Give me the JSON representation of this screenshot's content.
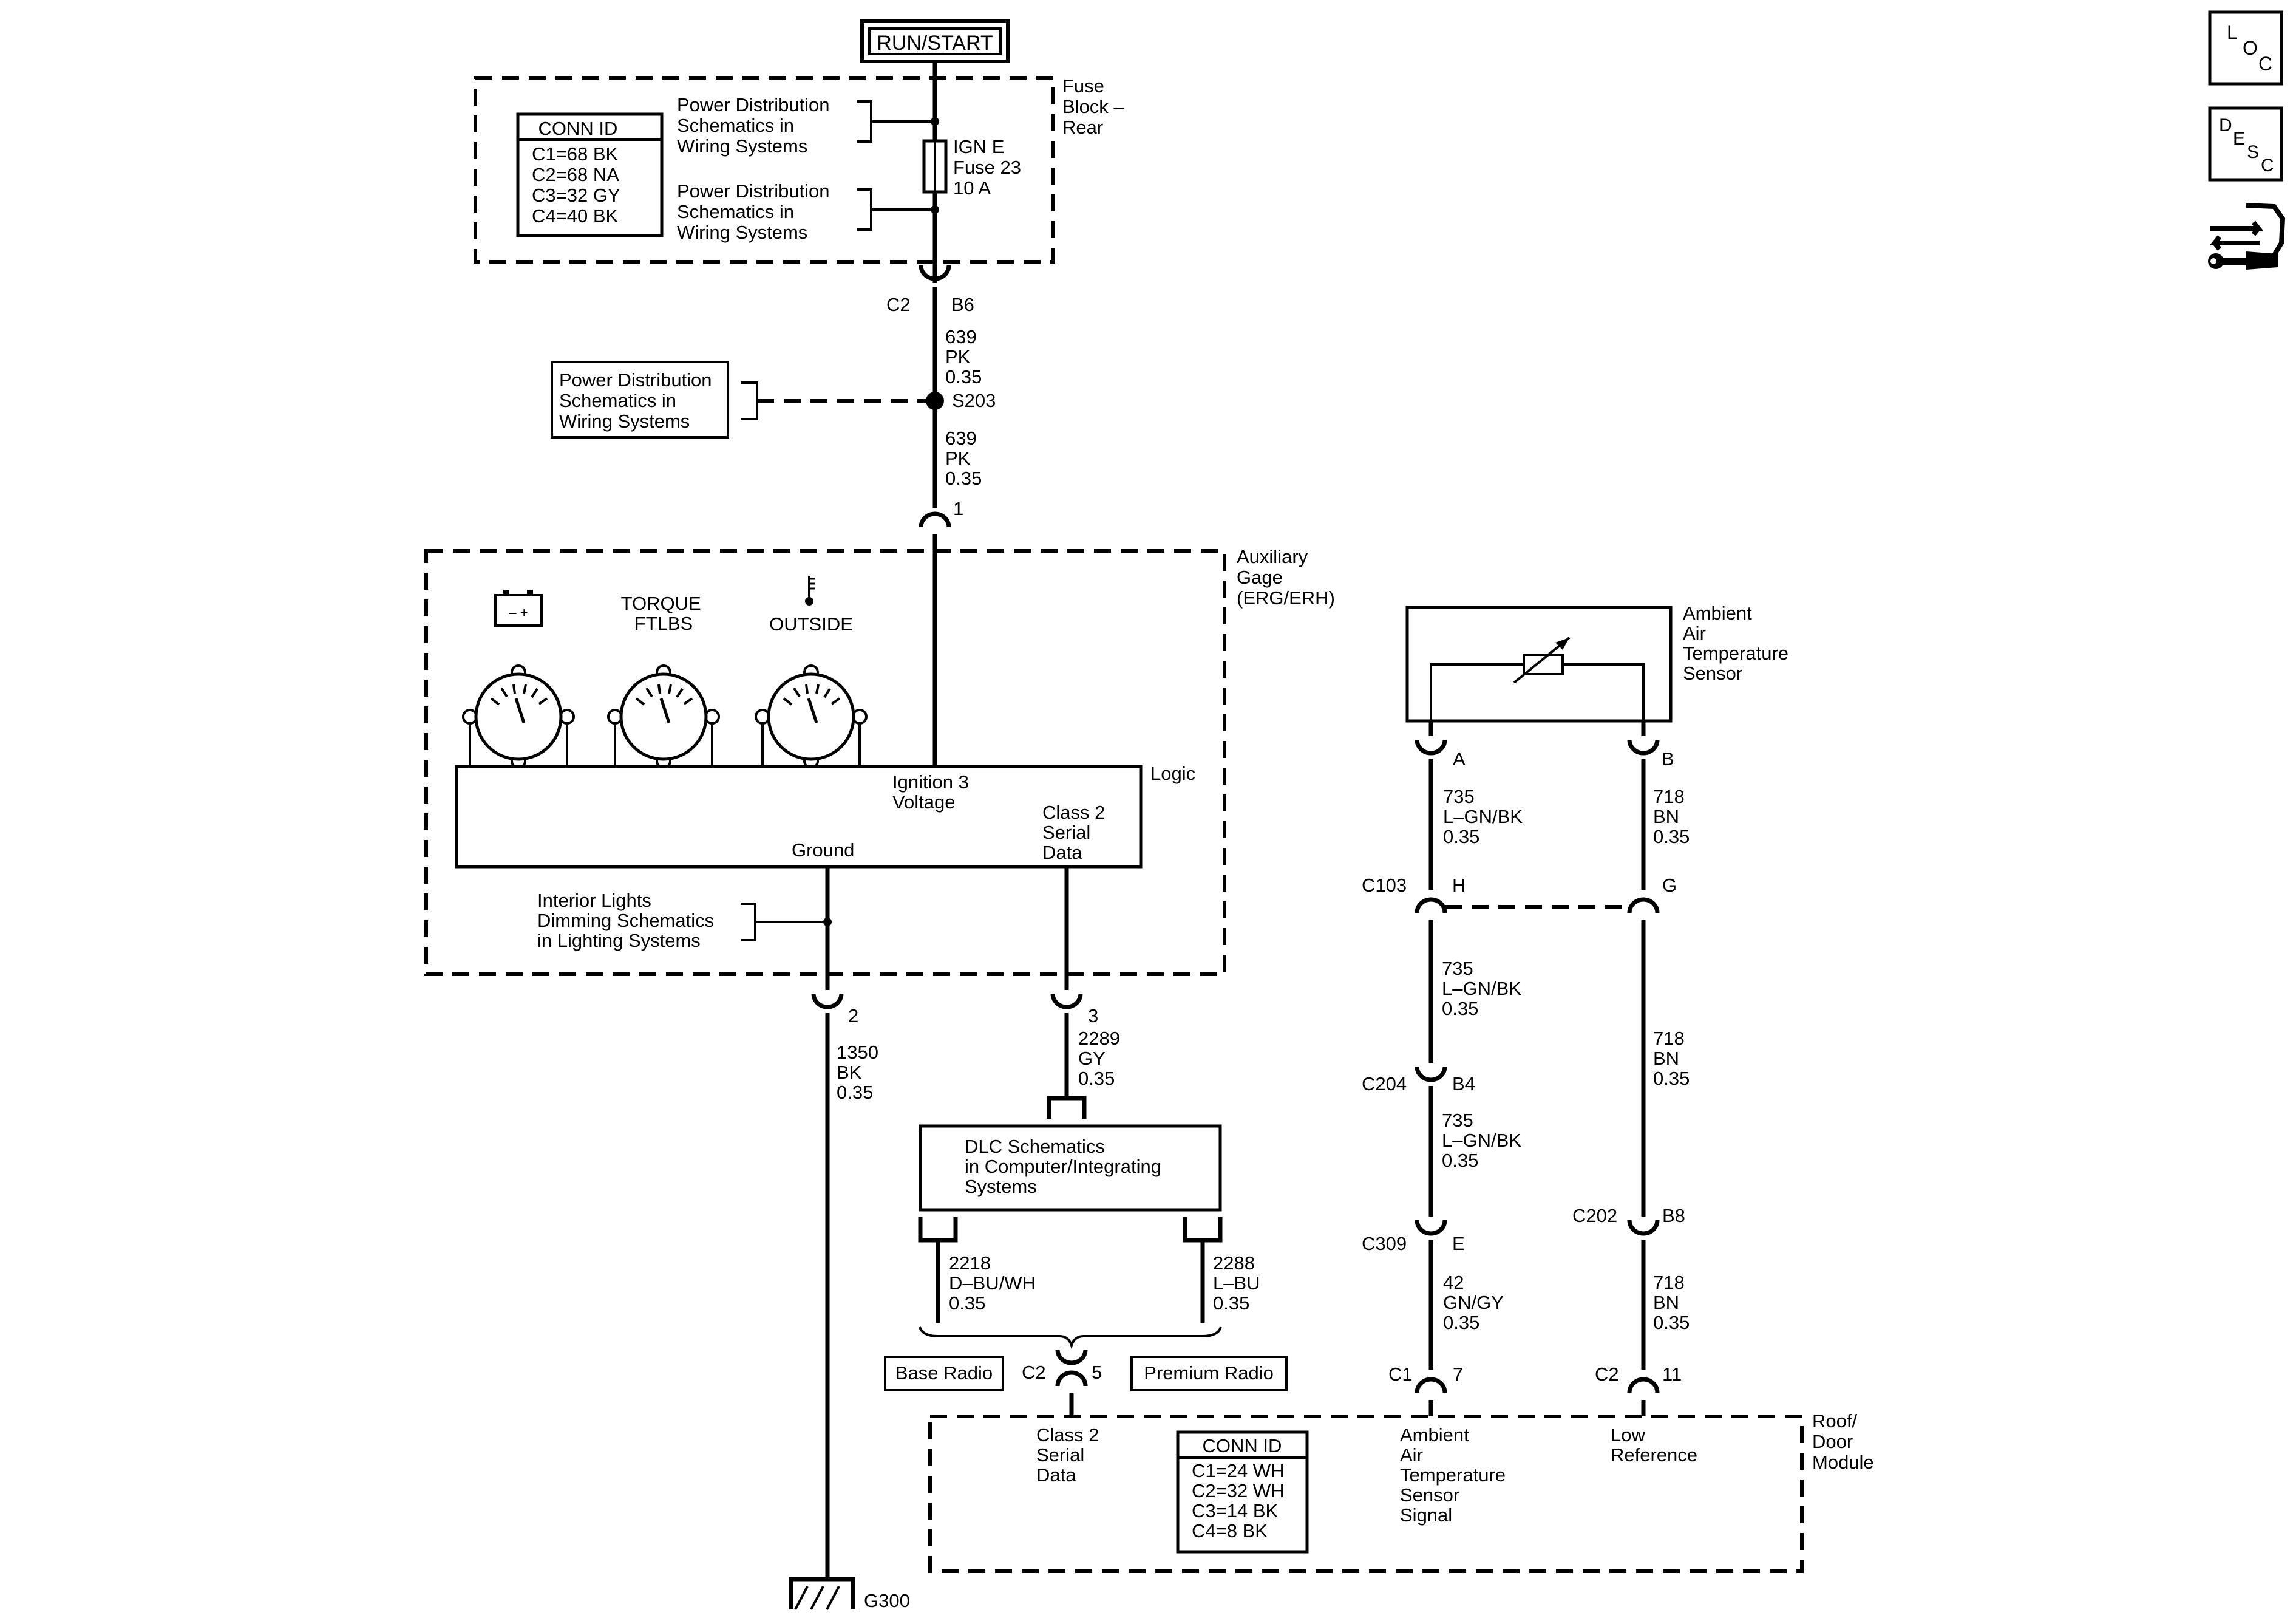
{
  "power_source": "RUN/START",
  "fuse_block": {
    "label": [
      "Fuse",
      "Block –",
      "Rear"
    ],
    "conn_id": {
      "title": "CONN ID",
      "rows": [
        "C1=68 BK",
        "C2=68 NA",
        "C3=32 GY",
        "C4=40 BK"
      ]
    },
    "ref_top": [
      "Power Distribution",
      "Schematics in",
      "Wiring Systems"
    ],
    "ref_bottom": [
      "Power Distribution",
      "Schematics in",
      "Wiring Systems"
    ],
    "fuse": [
      "IGN E",
      "Fuse 23",
      "10 A"
    ]
  },
  "fuse_connector": {
    "conn": "C2",
    "pin": "B6"
  },
  "wire_639_upper": [
    "639",
    "PK",
    "0.35"
  ],
  "splice": {
    "name": "S203",
    "ref": [
      "Power Distribution",
      "Schematics in",
      "Wiring Systems"
    ]
  },
  "wire_639_lower": [
    "639",
    "PK",
    "0.35"
  ],
  "gage_pin_ign": "1",
  "aux_gage": {
    "label": [
      "Auxiliary",
      "Gage",
      "(ERG/ERH)"
    ],
    "torque_label": [
      "TORQUE",
      "FTLBS"
    ],
    "outside_label": "OUTSIDE",
    "battery_symbols": "–  +",
    "logic_label": "Logic",
    "ignition_label": [
      "Ignition 3",
      "Voltage"
    ],
    "class2_label": [
      "Class 2",
      "Serial",
      "Data"
    ],
    "ground_label": "Ground",
    "dimming_ref": [
      "Interior Lights",
      "Dimming Schematics",
      "in Lighting Systems"
    ]
  },
  "gage_ground": {
    "pin": "2",
    "wire": [
      "1350",
      "BK",
      "0.35"
    ],
    "ground_name": "G300"
  },
  "gage_data": {
    "pin": "3",
    "wire": [
      "2289",
      "GY",
      "0.35"
    ]
  },
  "dlc": {
    "text": [
      "DLC Schematics",
      "in Computer/Integrating",
      "Systems"
    ],
    "left_wire": [
      "2218",
      "D–BU/WH",
      "0.35"
    ],
    "right_wire": [
      "2288",
      "L–BU",
      "0.35"
    ],
    "base_radio": "Base Radio",
    "premium_radio": "Premium Radio",
    "conn": "C2",
    "pin": "5"
  },
  "sensor": {
    "label": [
      "Ambient",
      "Air",
      "Temperature",
      "Sensor"
    ],
    "pin_a": "A",
    "pin_b": "B"
  },
  "wire_a1": [
    "735",
    "L–GN/BK",
    "0.35"
  ],
  "wire_b1": [
    "718",
    "BN",
    "0.35"
  ],
  "c103": {
    "name": "C103",
    "pin_a": "H",
    "pin_b": "G"
  },
  "wire_a2": [
    "735",
    "L–GN/BK",
    "0.35"
  ],
  "wire_b2": [
    "718",
    "BN",
    "0.35"
  ],
  "c204": {
    "name": "C204",
    "pin": "B4"
  },
  "wire_a3": [
    "735",
    "L–GN/BK",
    "0.35"
  ],
  "c309": {
    "name": "C309",
    "pin": "E"
  },
  "c202": {
    "name": "C202",
    "pin": "B8"
  },
  "wire_a4": [
    "42",
    "GN/GY",
    "0.35"
  ],
  "wire_b3": [
    "718",
    "BN",
    "0.35"
  ],
  "module_c1": {
    "conn": "C1",
    "pin": "7"
  },
  "module_c2": {
    "conn": "C2",
    "pin": "11"
  },
  "roof_module": {
    "label": [
      "Roof/",
      "Door",
      "Module"
    ],
    "class2_label": [
      "Class 2",
      "Serial",
      "Data"
    ],
    "conn_id": {
      "title": "CONN ID",
      "rows": [
        "C1=24 WH",
        "C2=32 WH",
        "C3=14 BK",
        "C4=8 BK"
      ]
    },
    "signal_label": [
      "Ambient",
      "Air",
      "Temperature",
      "Sensor",
      "Signal"
    ],
    "low_ref_label": [
      "Low",
      "Reference"
    ]
  },
  "side_icons": {
    "loc": [
      "L",
      "O",
      "C"
    ],
    "desc": [
      "D",
      "E",
      "S",
      "C"
    ]
  }
}
